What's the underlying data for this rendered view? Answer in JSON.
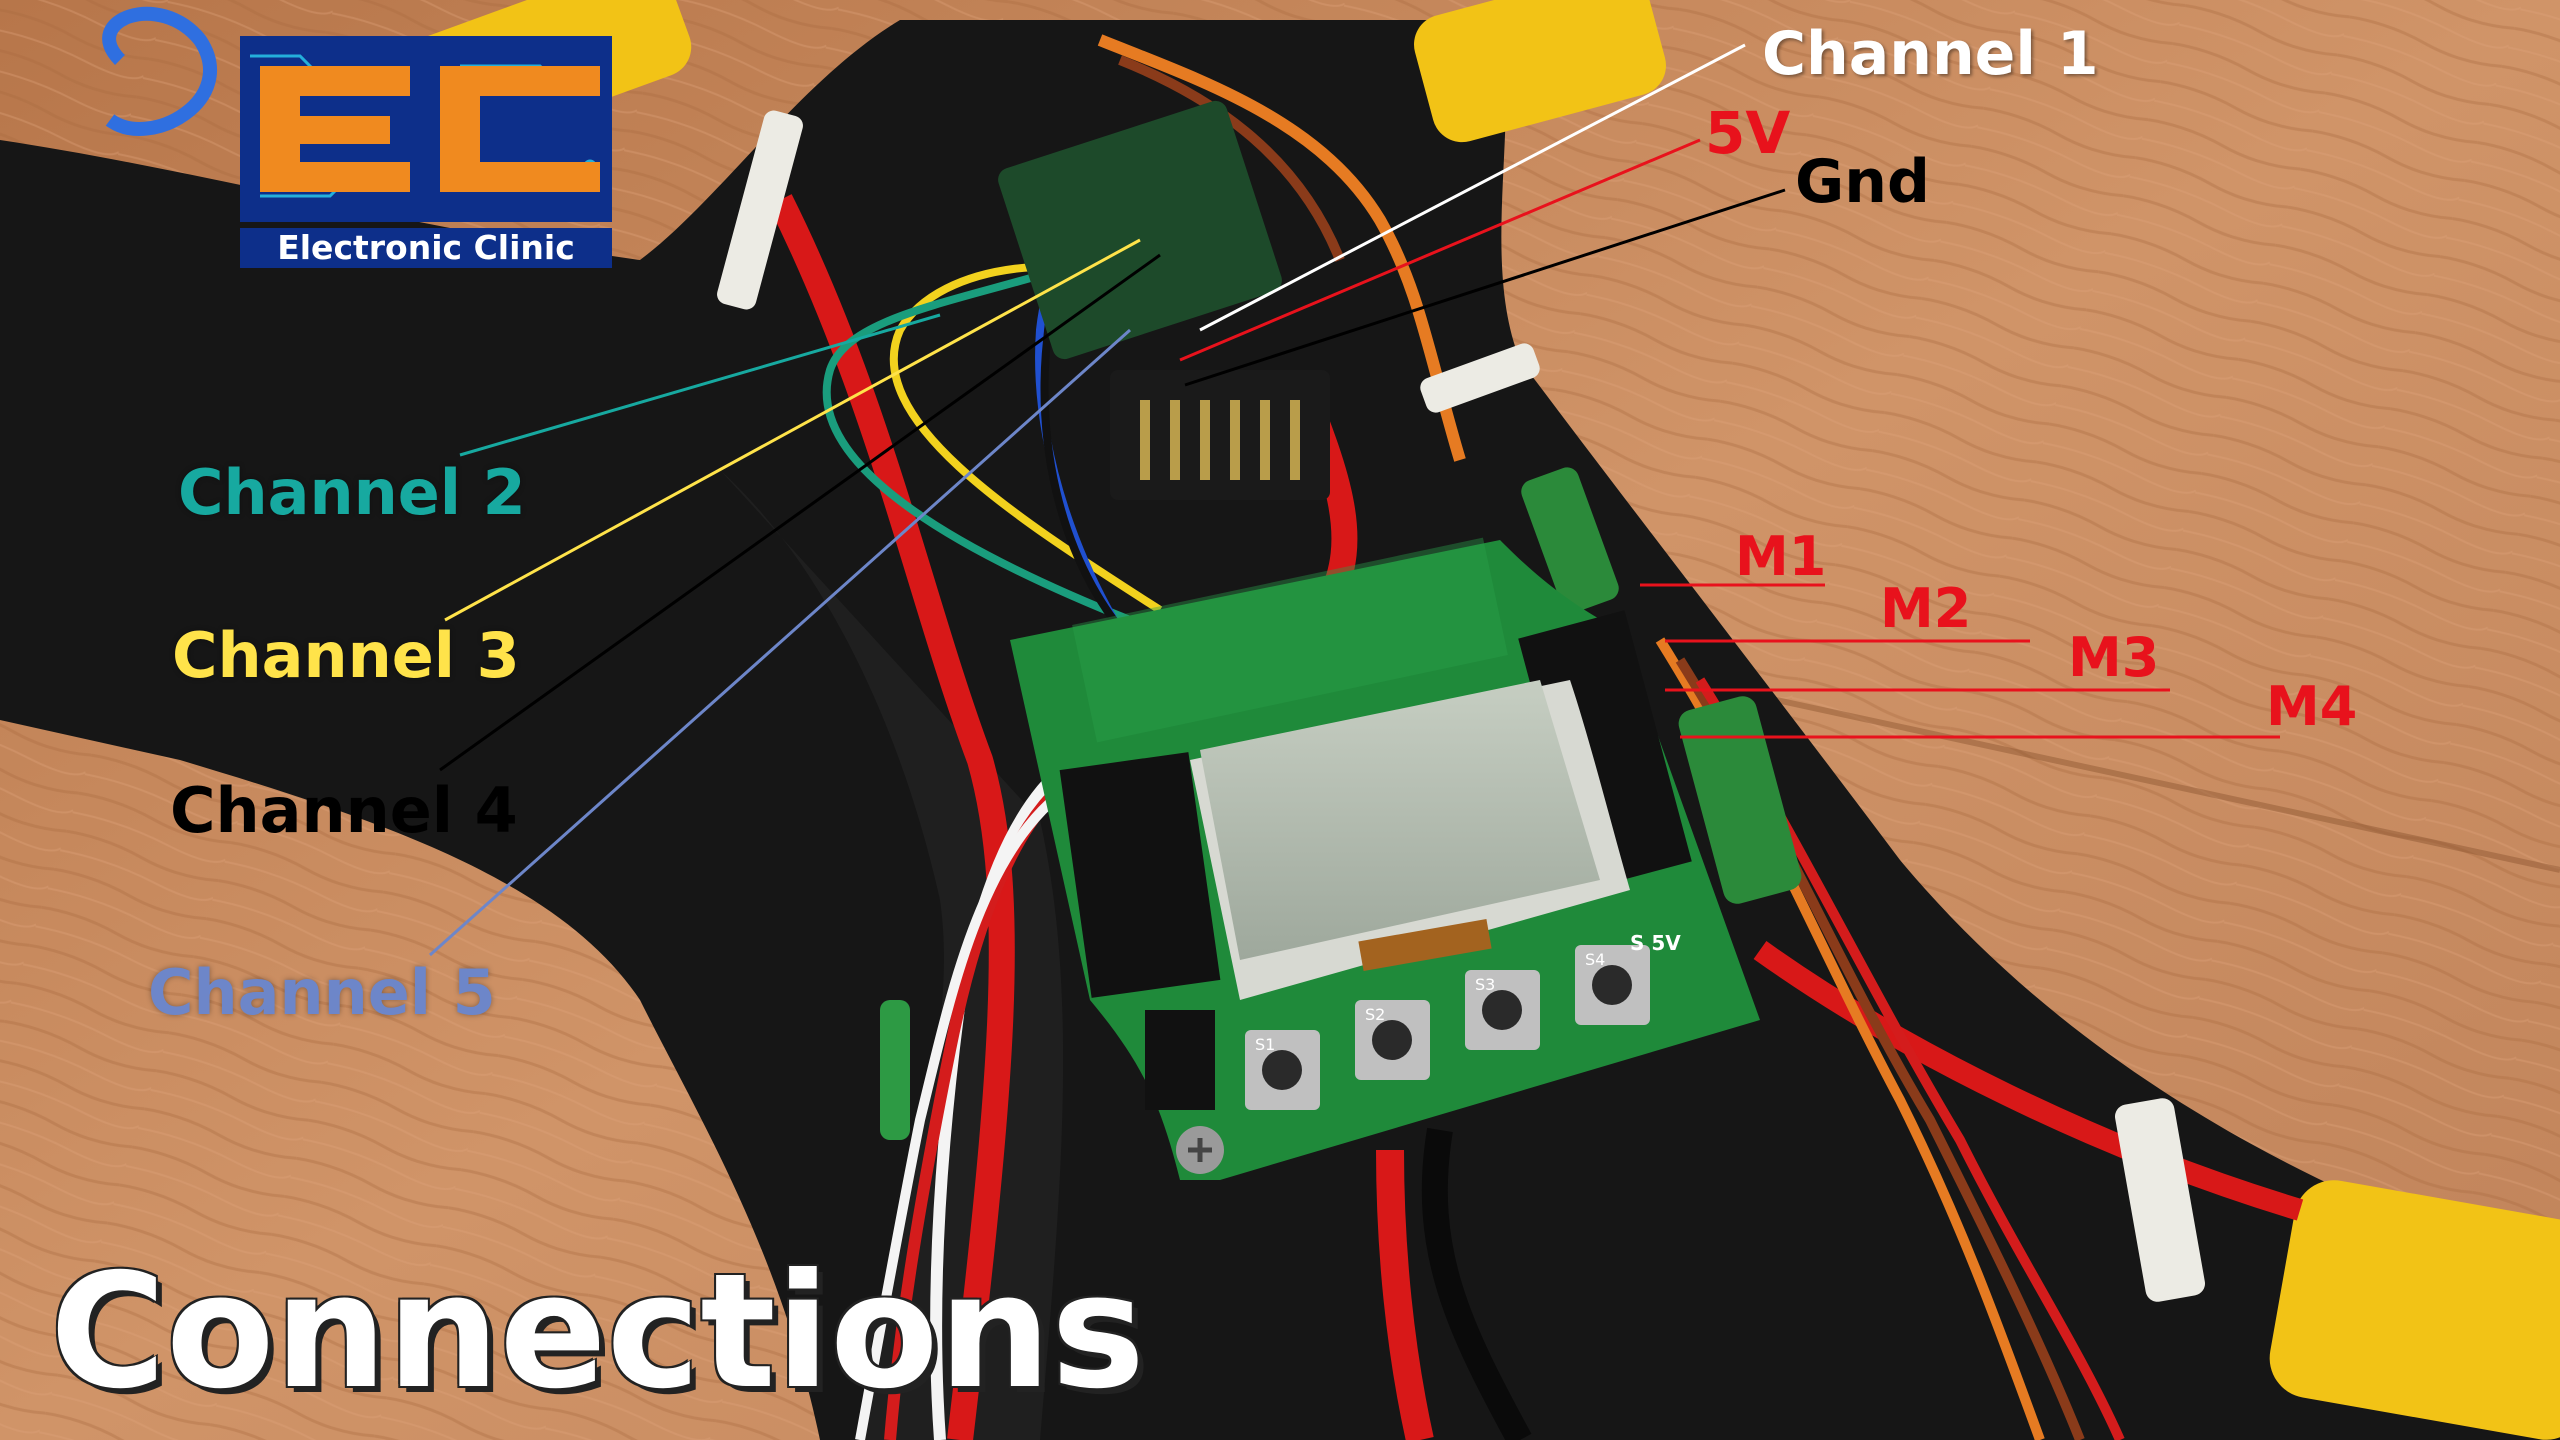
{
  "logo": {
    "text": "Electronic Clinic",
    "colors": {
      "blue": "#0d2f8a",
      "orange": "#f08a1f",
      "cyan": "#2ad0f0"
    }
  },
  "title": "Connections",
  "labels": {
    "channel1": {
      "text": "Channel 1",
      "color": "#ffffff"
    },
    "v5": {
      "text": "5V",
      "color": "#e8121c"
    },
    "gnd": {
      "text": "Gnd",
      "color": "#000000"
    },
    "channel2": {
      "text": "Channel 2",
      "color": "#17a9a0"
    },
    "channel3": {
      "text": "Channel 3",
      "color": "#ffe34a"
    },
    "channel4": {
      "text": "Channel 4",
      "color": "#000000"
    },
    "channel5": {
      "text": "Channel 5",
      "color": "#6d86c9"
    },
    "m1": {
      "text": "M1",
      "color": "#e8121c"
    },
    "m2": {
      "text": "M2",
      "color": "#e8121c"
    },
    "m3": {
      "text": "M3",
      "color": "#e8121c"
    },
    "m4": {
      "text": "M4",
      "color": "#e8121c"
    }
  },
  "board": {
    "button_labels": [
      "S1",
      "S2",
      "S3",
      "S4"
    ],
    "header_label": "S 5V",
    "colors": {
      "pcb": "#1f8a3a",
      "lcd": "#b7c2b4",
      "frame": "#1b1b1b",
      "wood": "#c98a5a"
    }
  }
}
